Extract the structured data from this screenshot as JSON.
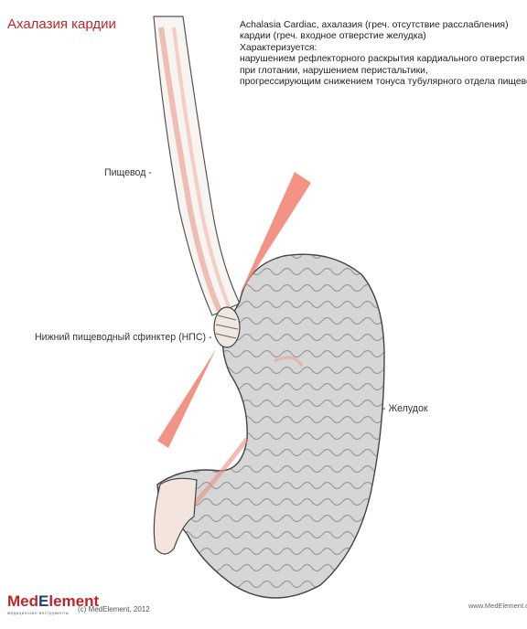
{
  "title": "Ахалазия кардии",
  "description": [
    "Achalasia Cardiac, ахалазия (греч. отсутствие расслабления)",
    "кардии (греч. входное отверстие желудка)",
    "Характеризуется:",
    "нарушением рефлекторного раскрытия кардиального отверстия",
    "при глотании, нарушением перистальтики,",
    "прогрессирующим снижением тонуса тубулярного отдела пищевода"
  ],
  "labels": {
    "esophagus": "Пищевод -",
    "les": "Нижний пищеводный сфинктер (НПС) -",
    "stomach": "- Желудок"
  },
  "footer": {
    "logo_red": "Med",
    "logo_blue": "E",
    "logo_red2": "lement",
    "logo_sub": "медицинские инструменты",
    "copyright": "(c) MedElement, 2012",
    "website": "www.MedElement.co"
  },
  "colors": {
    "title": "#c0242a",
    "arrow": "#f08070",
    "tissue_pink": "#f3b4a4",
    "stomach_fill": "#d4d4d4"
  }
}
